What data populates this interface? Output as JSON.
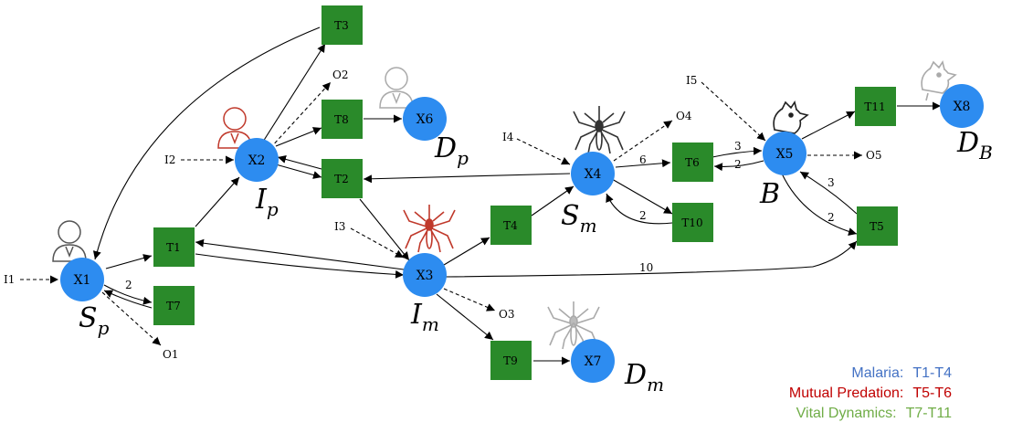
{
  "places": [
    {
      "id": "X1",
      "label": "X1",
      "state": "S",
      "sub": "p"
    },
    {
      "id": "X2",
      "label": "X2",
      "state": "I",
      "sub": "p"
    },
    {
      "id": "X3",
      "label": "X3",
      "state": "I",
      "sub": "m"
    },
    {
      "id": "X4",
      "label": "X4",
      "state": "S",
      "sub": "m"
    },
    {
      "id": "X5",
      "label": "X5",
      "state": "B",
      "sub": ""
    },
    {
      "id": "X6",
      "label": "X6",
      "state": "D",
      "sub": "p"
    },
    {
      "id": "X7",
      "label": "X7",
      "state": "D",
      "sub": "m"
    },
    {
      "id": "X8",
      "label": "X8",
      "state": "D",
      "sub": "B"
    }
  ],
  "transitions": [
    "T1",
    "T2",
    "T3",
    "T4",
    "T5",
    "T6",
    "T7",
    "T8",
    "T9",
    "T10",
    "T11"
  ],
  "inputs": [
    "I1",
    "I2",
    "I3",
    "I4",
    "I5"
  ],
  "outputs": [
    "O1",
    "O2",
    "O3",
    "O4",
    "O5"
  ],
  "arc_weights": {
    "w_x1_t7": "2",
    "w_x4_t6": "6",
    "w_t6_x5": "3",
    "w_x5_t6": "2",
    "w_t10_x4": "2",
    "w_x3_t5": "10",
    "w_t5_x5": "3",
    "w_x5_t5": "2"
  },
  "colors": {
    "place": "#2d8cf0",
    "transition": "#2a8a2a",
    "malaria": "#4472c4",
    "predation": "#c00000",
    "vital": "#70ad47"
  },
  "icons": {
    "X1": "person-icon",
    "X2": "infected-person-icon",
    "X6": "dead-person-icon",
    "X3": "infected-mosquito-icon",
    "X4": "mosquito-icon",
    "X7": "dead-mosquito-icon",
    "X5": "bird-icon",
    "X8": "dead-bird-icon"
  },
  "legend": [
    {
      "category": "Malaria:",
      "range": "T1-T4",
      "color": "#4472c4"
    },
    {
      "category": "Mutual Predation:",
      "range": "T5-T6",
      "color": "#c00000"
    },
    {
      "category": "Vital Dynamics:",
      "range": "T7-T11",
      "color": "#70ad47"
    }
  ]
}
